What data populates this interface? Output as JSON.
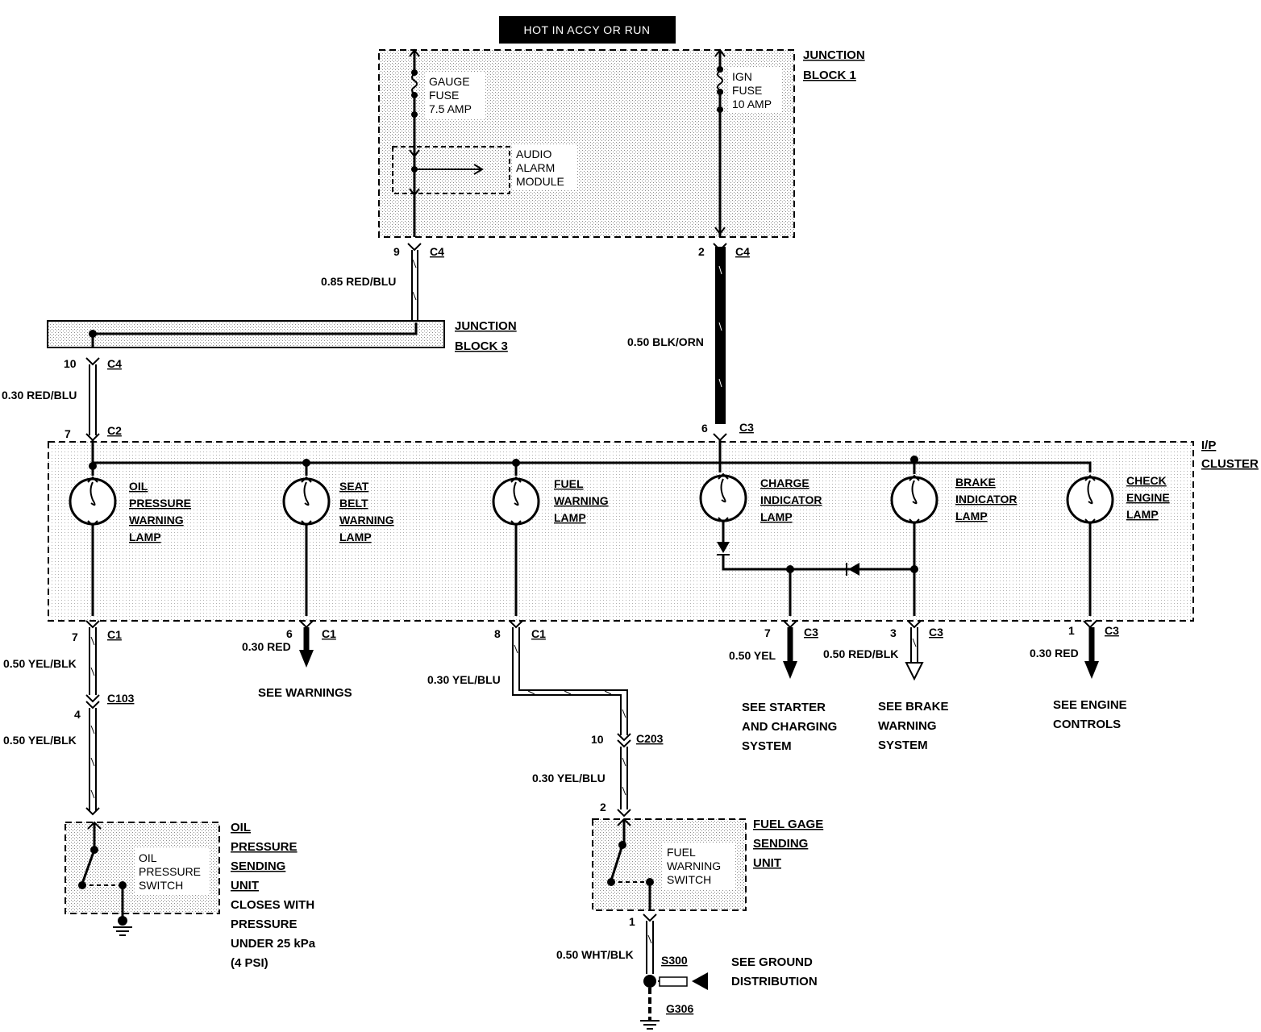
{
  "header": {
    "power_label": "HOT IN ACCY OR RUN"
  },
  "junction_block_1": {
    "title": [
      "JUNCTION",
      "BLOCK 1"
    ],
    "gauge_fuse": [
      "GAUGE",
      "FUSE",
      "7.5 AMP"
    ],
    "ign_fuse": [
      "IGN",
      "FUSE",
      "10 AMP"
    ],
    "audio_alarm": [
      "AUDIO",
      "ALARM",
      "MODULE"
    ],
    "conn_left": {
      "pin": "9",
      "name": "C4"
    },
    "conn_right": {
      "pin": "2",
      "name": "C4"
    }
  },
  "junction_block_3": {
    "title": [
      "JUNCTION",
      "BLOCK 3"
    ],
    "conn": {
      "pin": "10",
      "name": "C4"
    }
  },
  "wires": {
    "red_blu_085": "0.85 RED/BLU",
    "blk_orn_050": "0.50 BLK/ORN",
    "red_blu_030": "0.30 RED/BLU",
    "oil_yel_blk_1": "0.50 YEL/BLK",
    "oil_yel_blk_2": "0.50 YEL/BLK",
    "seat_red": "0.30 RED",
    "fuel_yel_blu_1": "0.30 YEL/BLU",
    "fuel_yel_blu_2": "0.30 YEL/BLU",
    "charge_yel": "0.50 YEL",
    "brake_red_blk": "0.50 RED/BLK",
    "check_red": "0.30 RED",
    "ground_wht_blk": "0.50 WHT/BLK"
  },
  "ip_cluster": {
    "title": [
      "I/P",
      "CLUSTER"
    ],
    "conn_feed_left": {
      "pin": "7",
      "name": "C2"
    },
    "conn_feed_right": {
      "pin": "6",
      "name": "C3"
    },
    "lamps": [
      {
        "lines": [
          "OIL",
          "PRESSURE",
          "WARNING",
          "LAMP"
        ],
        "pin": "7",
        "conn": "C1"
      },
      {
        "lines": [
          "SEAT",
          "BELT",
          "WARNING",
          "LAMP"
        ],
        "pin": "6",
        "conn": "C1"
      },
      {
        "lines": [
          "FUEL",
          "WARNING",
          "LAMP"
        ],
        "pin": "8",
        "conn": "C1"
      },
      {
        "lines": [
          "CHARGE",
          "INDICATOR",
          "LAMP"
        ],
        "pin": "7",
        "conn": "C3"
      },
      {
        "lines": [
          "BRAKE",
          "INDICATOR",
          "LAMP"
        ],
        "pin": "3",
        "conn": "C3"
      },
      {
        "lines": [
          "CHECK",
          "ENGINE",
          "LAMP"
        ],
        "pin": "1",
        "conn": "C3"
      }
    ]
  },
  "connectors": {
    "c103": {
      "pin": "4",
      "name": "C103"
    },
    "c203": {
      "pin_top": "10",
      "name": "C203",
      "pin_bottom": "2"
    },
    "fuel_ground_pin": "1"
  },
  "see_refs": {
    "warnings": "SEE WARNINGS",
    "starter": [
      "SEE STARTER",
      "AND CHARGING",
      "SYSTEM"
    ],
    "brake": [
      "SEE BRAKE",
      "WARNING",
      "SYSTEM"
    ],
    "engine": [
      "SEE ENGINE",
      "CONTROLS"
    ],
    "ground": [
      "SEE GROUND",
      "DISTRIBUTION"
    ]
  },
  "oil_sender": {
    "title": [
      "OIL",
      "PRESSURE",
      "SENDING",
      "UNIT"
    ],
    "note": [
      "CLOSES WITH",
      "PRESSURE",
      "UNDER 25 kPa",
      "(4 PSI)"
    ],
    "switch_label": [
      "OIL",
      "PRESSURE",
      "SWITCH"
    ]
  },
  "fuel_sender": {
    "title": [
      "FUEL GAGE",
      "SENDING",
      "UNIT"
    ],
    "switch_label": [
      "FUEL",
      "WARNING",
      "SWITCH"
    ]
  },
  "ground": {
    "splice": "S300",
    "ground": "G306"
  }
}
